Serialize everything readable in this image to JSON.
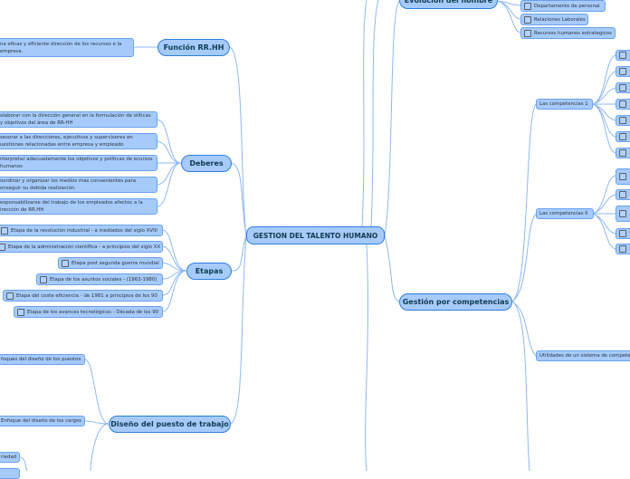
{
  "root": {
    "title": "GESTION DEL TALENTO HUMANO"
  },
  "funcion": {
    "title": "Función RR.HH",
    "items": [
      "na eficaz y eficiente dirección de los recursos e la empresa."
    ]
  },
  "deberes": {
    "title": "Deberes",
    "items": [
      "olaborar con la dirección general en la formulación de olíticas y objetivos del área de RR-HH",
      "sesorar a las direcciones, ejecutivos y supervisores en uestiones relacionadas entre empresa y empleado",
      "nterpretar adecuadamente los objetivos y políticas de ecursos humanos",
      "oordinar y organizar los medios mas convenientes para onseguir su debida realización.",
      "esponsabilizarse del trabajo de los empleados afectos a la irección de RR.HH"
    ]
  },
  "etapas": {
    "title": "Etapas",
    "items": [
      "Etapa de la revolución industrial - a mediados del siglo XVIII",
      "Etapa de la administración científica - a principios del siglo XX",
      "Etapa post segunda guerra mundial",
      "Etapa de los asuntos sociales - (1963-1980)",
      "Etapa del coste eficiencia - de 1981 a principios de los 90",
      "Etapa de los avances tecnológicos - Década de los 90"
    ]
  },
  "diseno": {
    "title": "Diseño del puesto de trabajo",
    "items": [
      "foques del diseño de los puestos",
      "Enfoque del diseño de los cargos",
      "riedad"
    ]
  },
  "evolucion": {
    "title": "Evolución del nombre",
    "items": [
      "Departamento de personal",
      "Relaciones Laborales",
      "Recursos humanos estrategicos"
    ]
  },
  "gestion": {
    "title": "Gestión por competencias",
    "items": [
      "Las competencias 1",
      "Las competencias II",
      "Utilidades de un sistema de compete"
    ]
  },
  "colors": {
    "node_fill": "#a6cbfb",
    "node_border": "#2f7de0",
    "link": "#8fb8f0",
    "text": "#0d3b4f"
  }
}
